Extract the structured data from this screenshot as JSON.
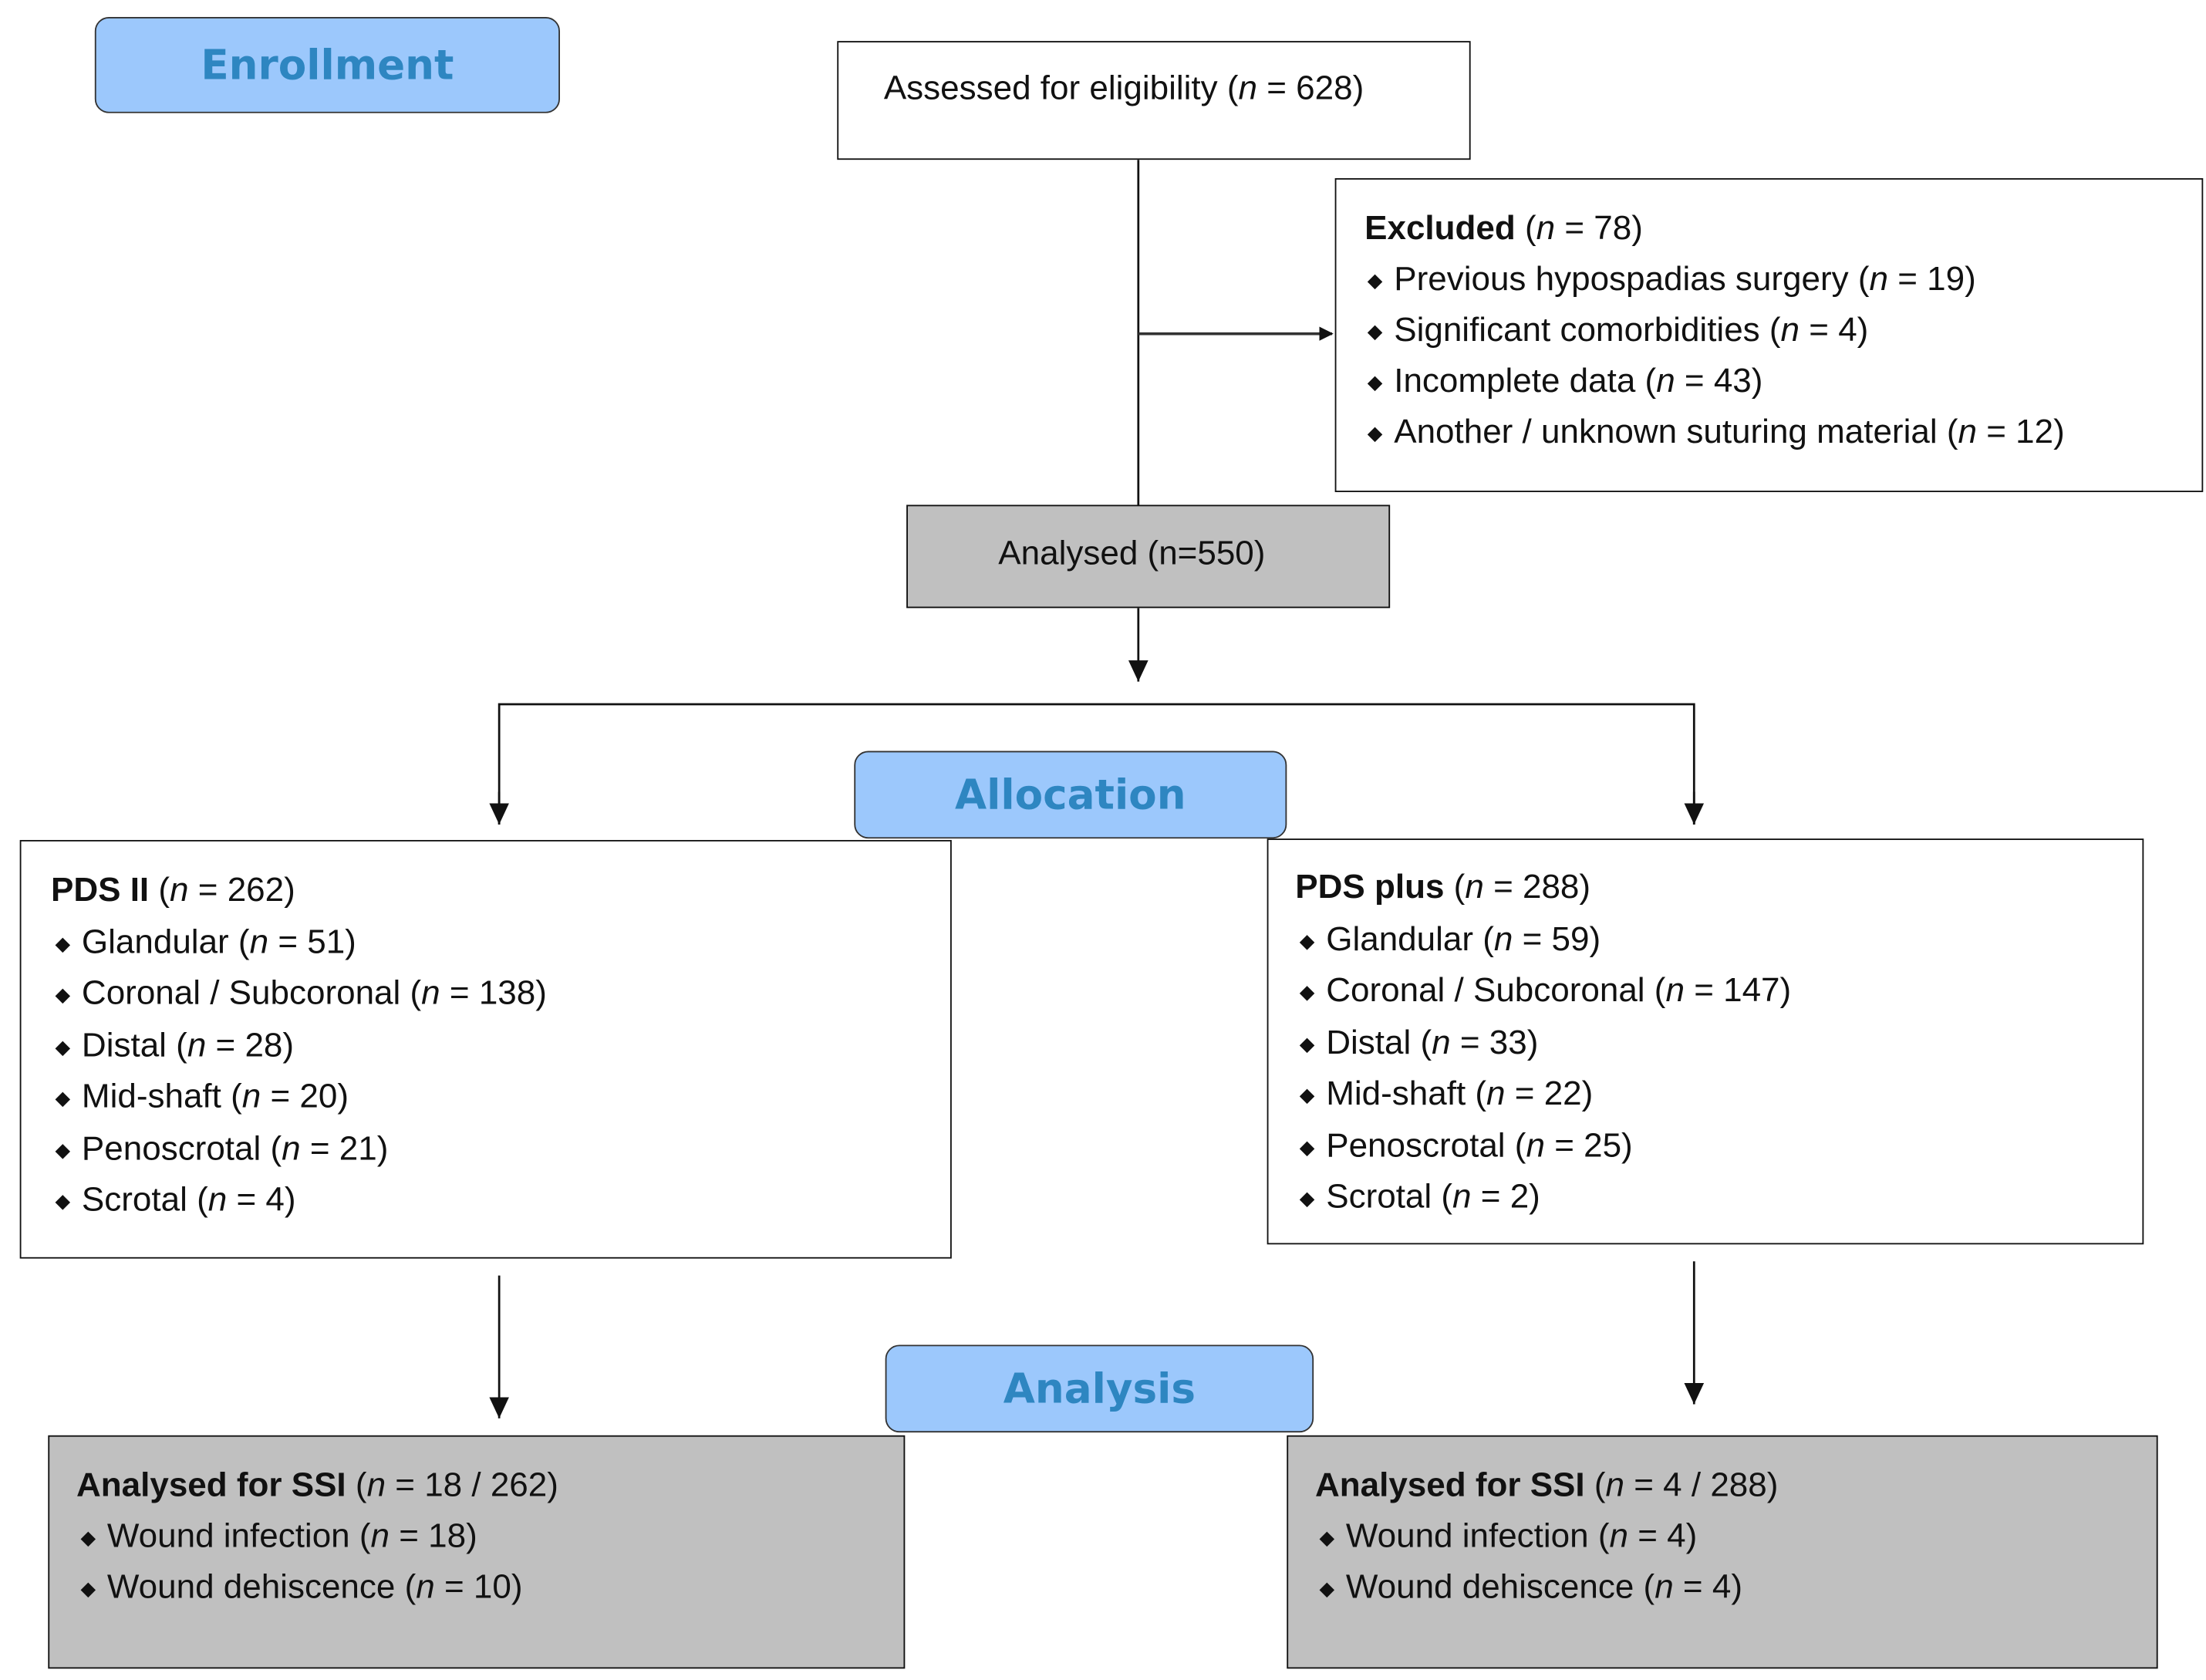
{
  "stages": {
    "enrollment": "Enrollment",
    "allocation": "Allocation",
    "analysis": "Analysis"
  },
  "assessed": {
    "label": "Assessed for eligibility (",
    "n": "n",
    "rest": " = 628)"
  },
  "excluded": {
    "title": "Excluded",
    "title_rest": " = 78)",
    "items": [
      {
        "label": "Previous hypospadias surgery (",
        "rest": " = 19)"
      },
      {
        "label": "Significant comorbidities (",
        "rest": " = 4)"
      },
      {
        "label": "Incomplete data (",
        "rest": " = 43)"
      },
      {
        "label": "Another / unknown suturing material (",
        "rest": " = 12)"
      }
    ]
  },
  "analysed": "Analysed (n=550)",
  "pds2": {
    "title": "PDS II",
    "title_rest": " = 262)",
    "items": [
      {
        "label": "Glandular (",
        "rest": " = 51)"
      },
      {
        "label": "Coronal / Subcoronal (",
        "rest": " = 138)"
      },
      {
        "label": "Distal (",
        "rest": " = 28)"
      },
      {
        "label": "Mid-shaft (",
        "rest": " = 20)"
      },
      {
        "label": "Penoscrotal (",
        "rest": " = 21)"
      },
      {
        "label": "Scrotal (",
        "rest": " = 4)"
      }
    ]
  },
  "pdsplus": {
    "title": "PDS plus",
    "title_rest": " = 288)",
    "items": [
      {
        "label": "Glandular (",
        "rest": " = 59)"
      },
      {
        "label": "Coronal / Subcoronal (",
        "rest": " = 147)"
      },
      {
        "label": "Distal (",
        "rest": " = 33)"
      },
      {
        "label": "Mid-shaft (",
        "rest": " = 22)"
      },
      {
        "label": "Penoscrotal (",
        "rest": " = 25)"
      },
      {
        "label": "Scrotal (",
        "rest": " = 2)"
      }
    ]
  },
  "ssi_left": {
    "title": "Analysed for SSI",
    "title_rest": " = 18 / 262)",
    "items": [
      {
        "label": "Wound infection (",
        "rest": " = 18)"
      },
      {
        "label": "Wound dehiscence (",
        "rest": " = 10)"
      }
    ]
  },
  "ssi_right": {
    "title": "Analysed for SSI",
    "title_rest": " = 4 / 288)",
    "items": [
      {
        "label": "Wound infection (",
        "rest": " = 4)"
      },
      {
        "label": "Wound dehiscence (",
        "rest": " = 4)"
      }
    ]
  },
  "n_symbol": "n",
  "bullet": "◆",
  "colors": {
    "stage_fill": "#9cc8fc",
    "stage_text": "#2e86c1",
    "gray_box": "#c0c0c0"
  }
}
